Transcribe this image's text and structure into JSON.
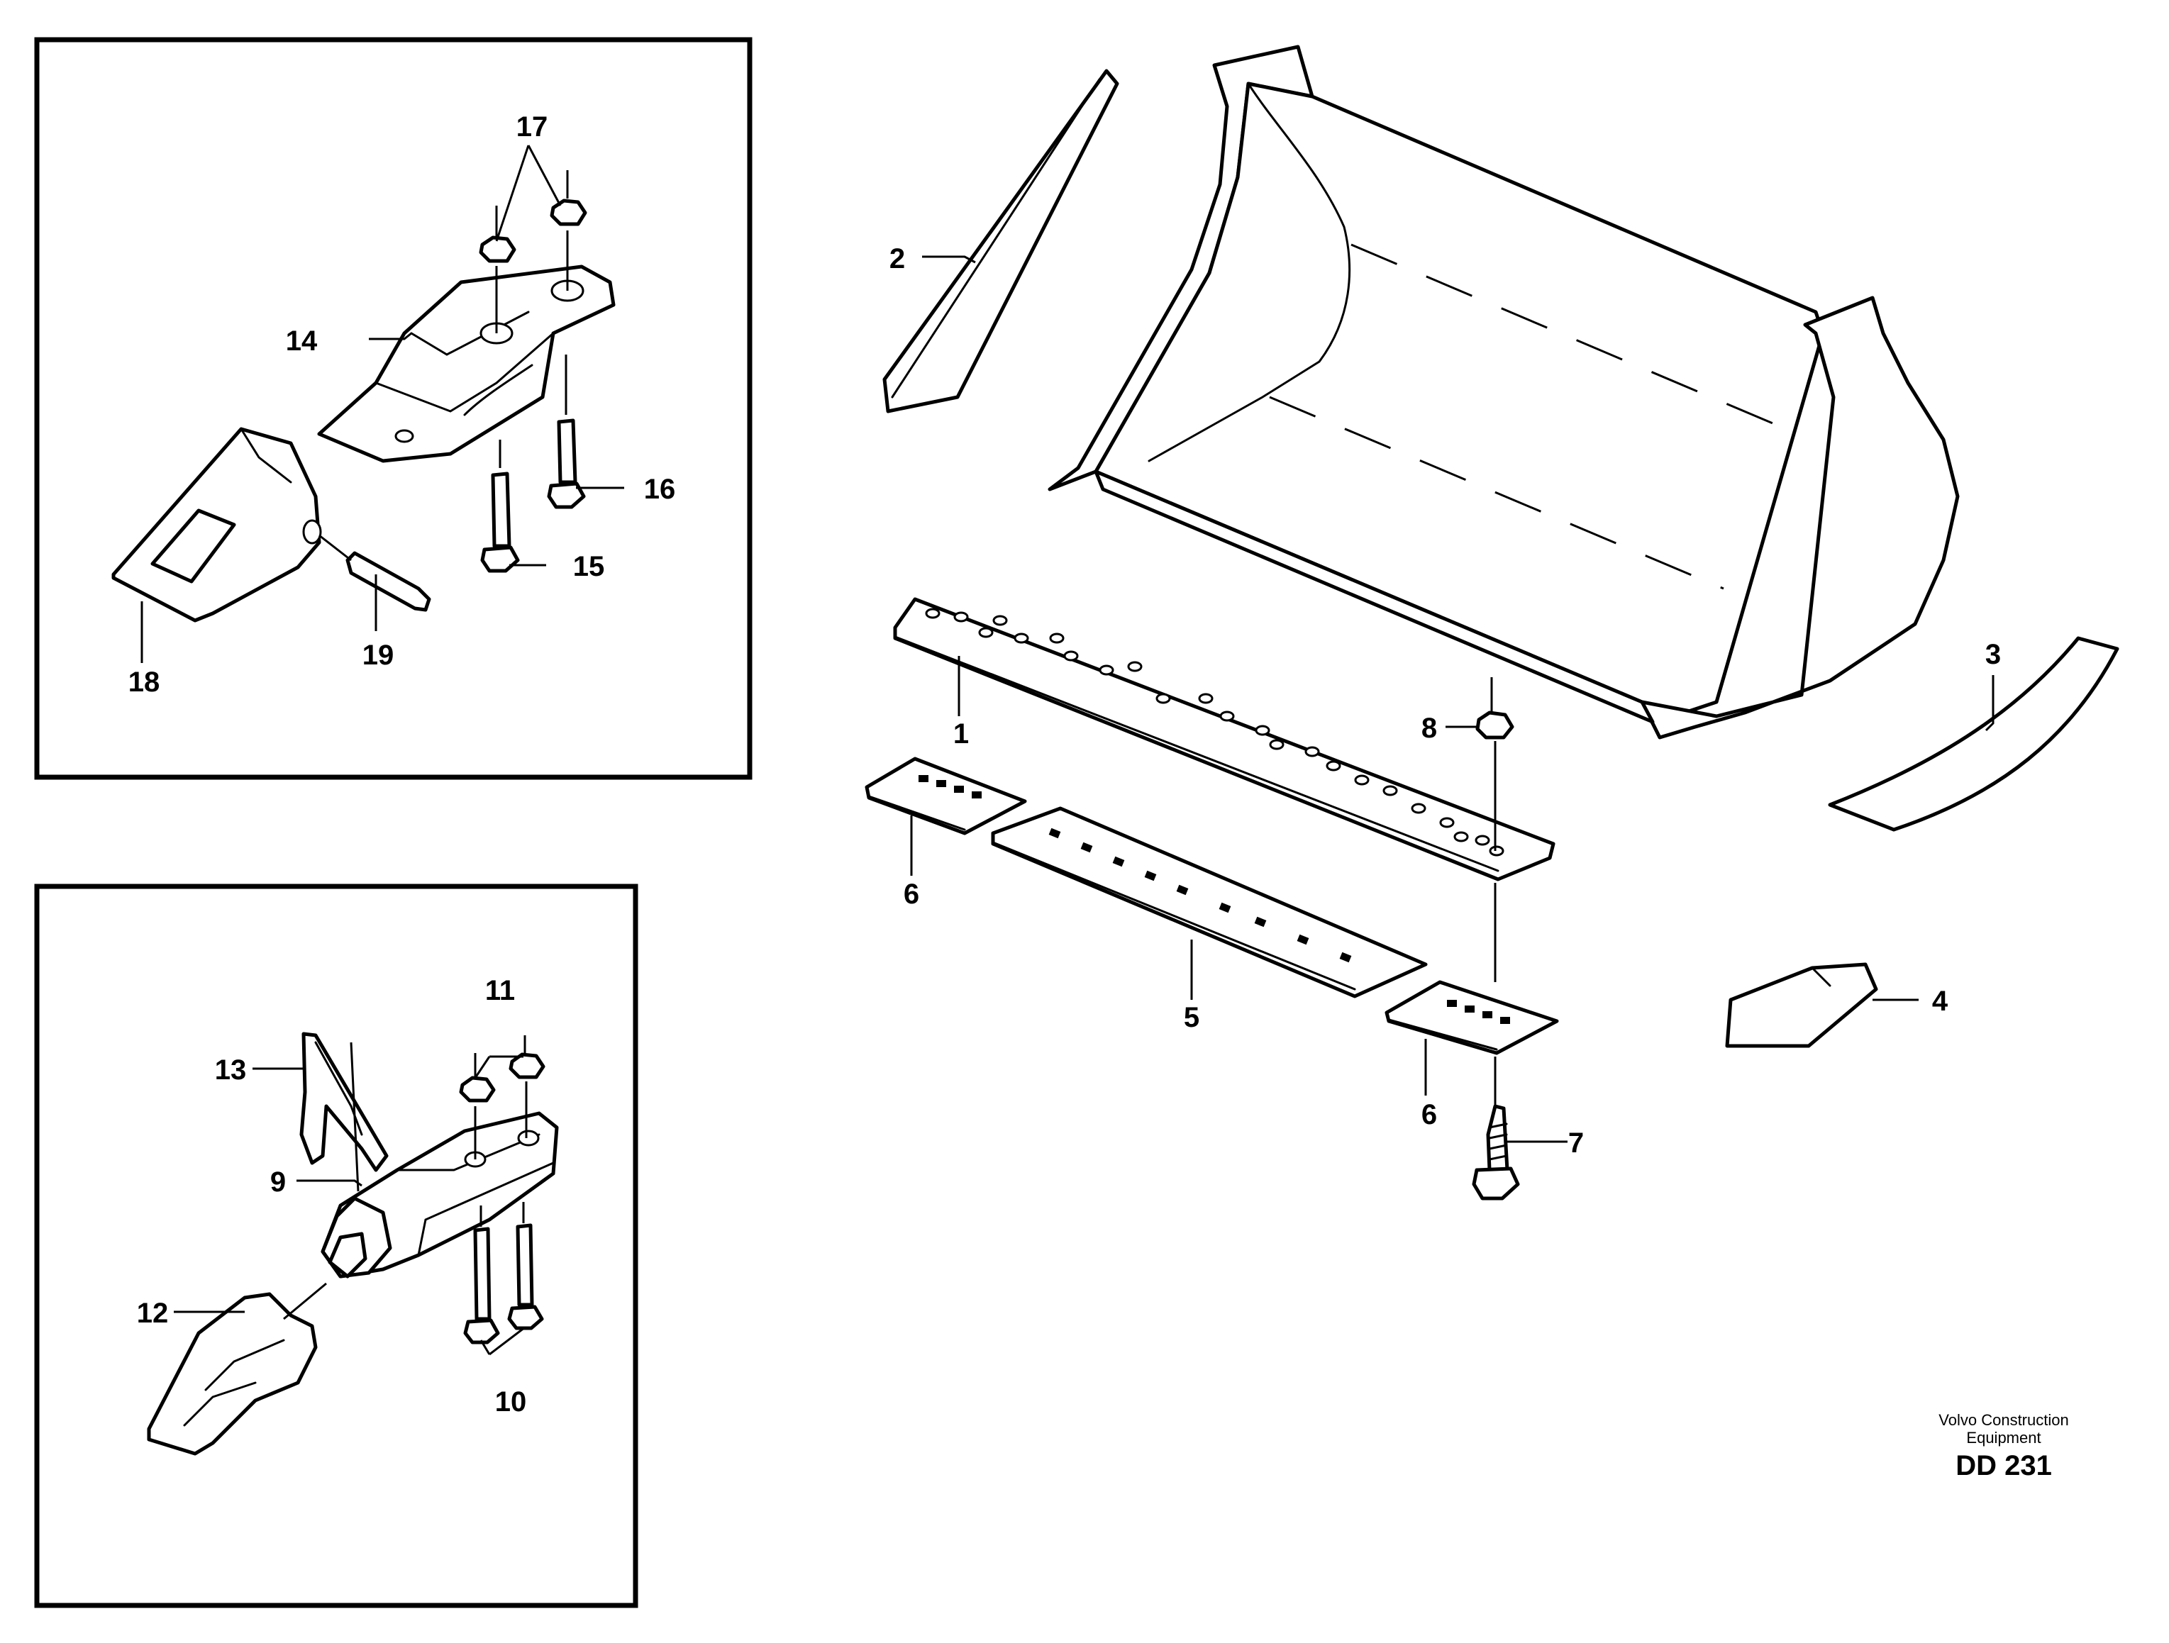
{
  "callouts": {
    "c1": "1",
    "c2": "2",
    "c3": "3",
    "c4": "4",
    "c5": "5",
    "c6a": "6",
    "c6b": "6",
    "c7": "7",
    "c8": "8",
    "c9": "9",
    "c10": "10",
    "c11": "11",
    "c12": "12",
    "c13": "13",
    "c14": "14",
    "c15": "15",
    "c16": "16",
    "c17": "17",
    "c18": "18",
    "c19": "19"
  },
  "footer": {
    "brand_line1": "Volvo Construction",
    "brand_line2": "Equipment",
    "drawing_code": "DD 231"
  }
}
